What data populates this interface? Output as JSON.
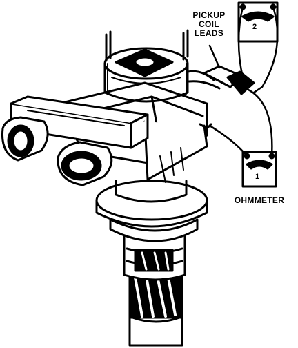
{
  "labels": {
    "pickup_coil_leads": [
      "PICKUP",
      "COIL",
      "LEADS"
    ],
    "ohmmeter": "OHMMETER"
  },
  "meters": [
    {
      "number": "2"
    },
    {
      "number": "1"
    }
  ],
  "colors": {
    "ink": "#000000",
    "paper": "#ffffff"
  }
}
